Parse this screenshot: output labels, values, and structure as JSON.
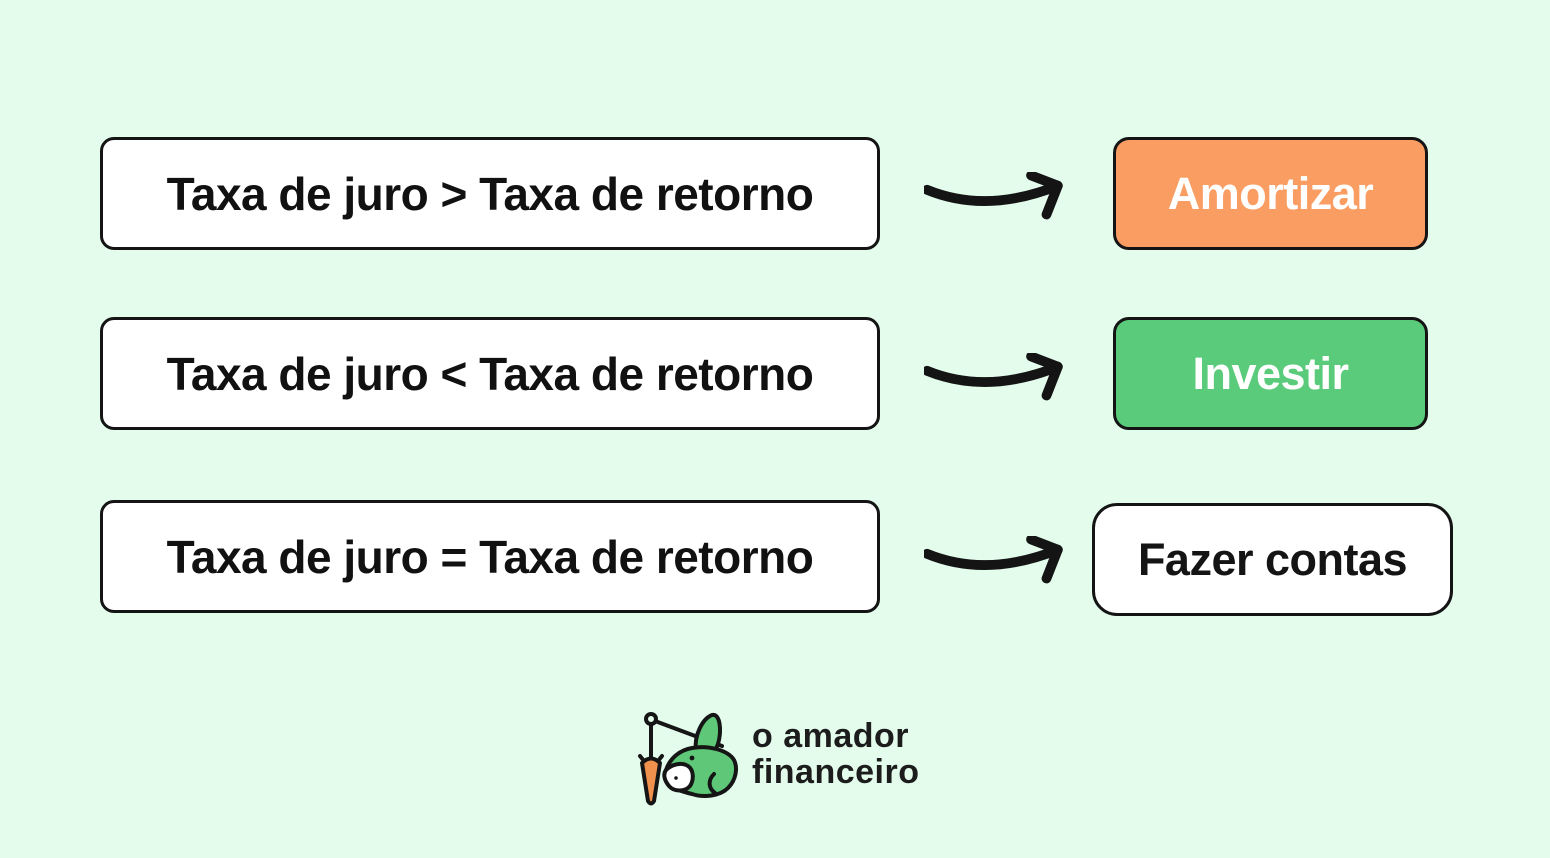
{
  "background": "#e3fcec",
  "rows": [
    {
      "condition": "Taxa de juro > Taxa de retorno",
      "result": "Amortizar",
      "result_bg": "#f99d62",
      "result_fg": "#ffffff"
    },
    {
      "condition": "Taxa de juro < Taxa de retorno",
      "result": "Investir",
      "result_bg": "#5acb7a",
      "result_fg": "#ffffff"
    },
    {
      "condition": "Taxa de juro = Taxa de retorno",
      "result": "Fazer contas",
      "result_bg": "#ffffff",
      "result_fg": "#141414"
    }
  ],
  "logo": {
    "text_line1": "o amador",
    "text_line2": "financeiro",
    "donkey_green": "#5ec878",
    "carrot_orange": "#f0914d",
    "muzzle_white": "#ffffff",
    "outline": "#151515"
  },
  "colors": {
    "box_border": "#141414",
    "arrow": "#141414",
    "condition_fg": "#111111"
  }
}
